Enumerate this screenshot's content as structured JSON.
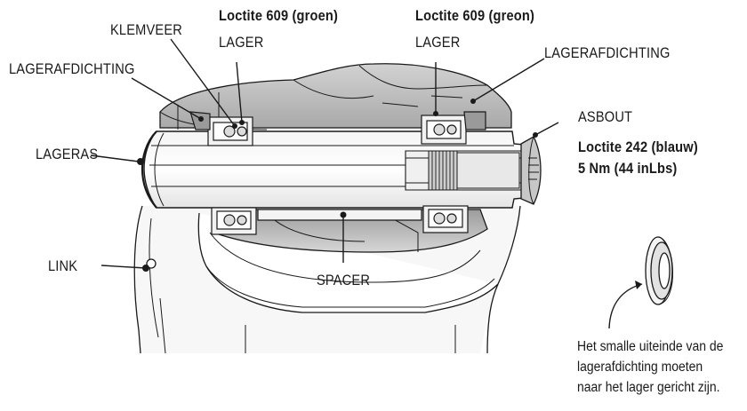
{
  "labels": {
    "klemveer": "KLEMVEER",
    "loctite_left": "Loctite 609 (groen)",
    "lager_left": "LAGER",
    "loctite_right": "Loctite 609 (greon)",
    "lager_right": "LAGER",
    "lagerafdichting_left": "LAGERAFDICHTING",
    "lagerafdichting_right": "LAGERAFDICHTING",
    "asbout": "ASBOUT",
    "loctite_242": "Loctite 242 (blauw)",
    "torque": "5 Nm (44 inLbs)",
    "lageras": "LAGERAS",
    "link": "LINK",
    "spacer": "SPACER"
  },
  "note": {
    "line1": "Het smalle uiteinde van de",
    "line2": "lagerafdichting moeten",
    "line3": "naar het lager gericht zijn."
  },
  "colors": {
    "line": "#1a1a1a",
    "body_fill": "#ececec",
    "shadow_fill": "#b5b5b5",
    "dark_fill": "#8c8c8c"
  }
}
